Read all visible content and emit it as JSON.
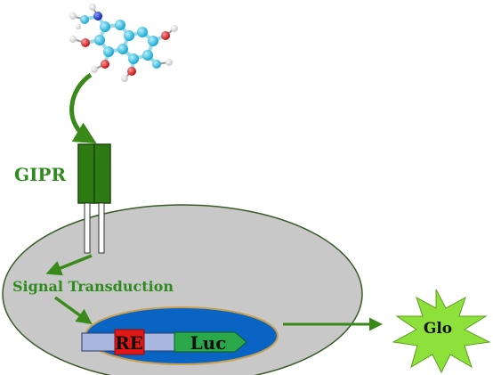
{
  "labels": {
    "receptor": "GIPR",
    "signal": "Signal Transduction",
    "response_element": "RE",
    "reporter": "Luc",
    "output": "Glo"
  },
  "colors": {
    "green_text": "#2e8b1e",
    "arrow_green": "#3a8a1a",
    "receptor_fill": "#2e7a12",
    "receptor_stroke": "#1a4a08",
    "cell_fill": "#c8c8c8",
    "cell_stroke": "#3a5a2a",
    "nucleus_fill": "#0a64c4",
    "nucleus_stroke": "#c8a050",
    "gene_bar": "#a8b8e0",
    "re_fill": "#e01818",
    "luc_fill": "#2aa84a",
    "starburst_fill": "#8ee03a",
    "molecule_carbon": "#3cc8e8",
    "molecule_oxygen": "#e02020",
    "molecule_nitrogen": "#2040e0",
    "molecule_hydrogen": "#f0f0f0"
  },
  "icons": {
    "ligand": "ligand-molecule-icon",
    "receptor": "receptor-icon",
    "glow": "starburst-icon"
  }
}
